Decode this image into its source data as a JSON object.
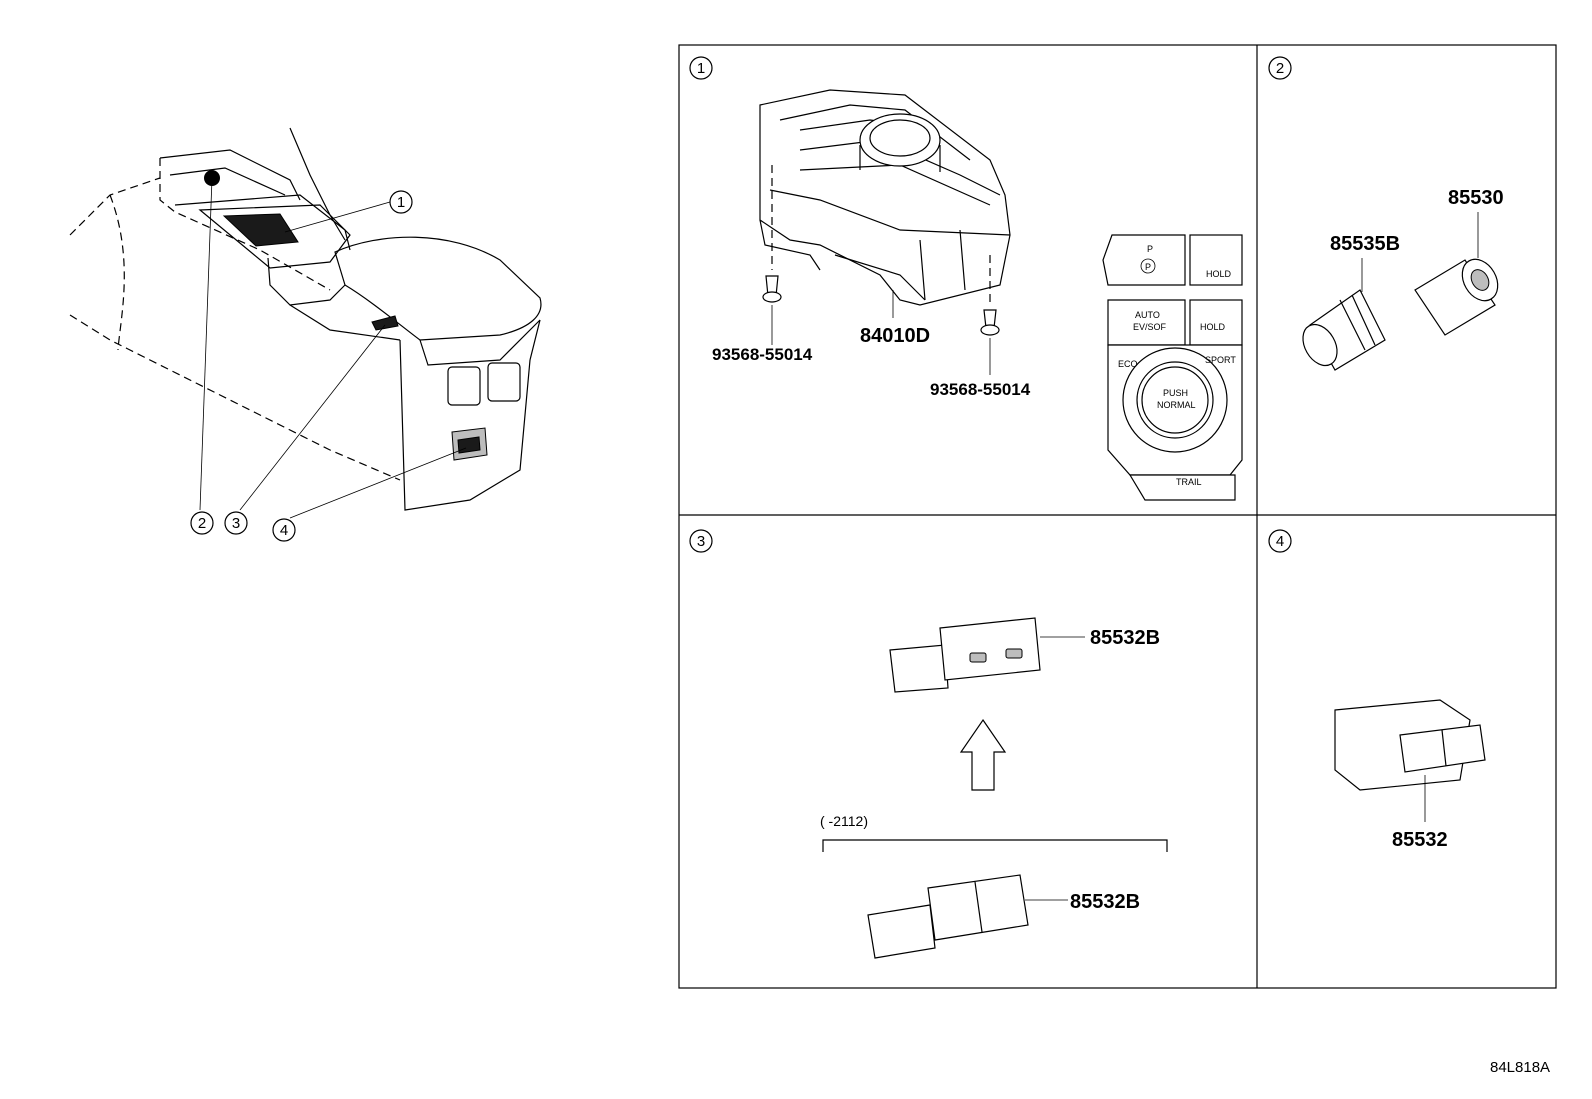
{
  "overview": {
    "callouts": [
      "1",
      "2",
      "3",
      "4"
    ]
  },
  "panels": {
    "p1": {
      "ref": "1",
      "parts": {
        "main": "84010D",
        "screw_left": "93568-55014",
        "screw_right": "93568-55014"
      },
      "switch_labels": {
        "auto": "AUTO",
        "ev": "EV/SOF",
        "push": "PUSH",
        "normal": "NORMAL",
        "eco": "ECO",
        "sport": "SPORT",
        "trail": "TRAIL",
        "hold": "HOLD",
        "p": "P"
      }
    },
    "p2": {
      "ref": "2",
      "parts": {
        "a": "85535B",
        "b": "85530"
      }
    },
    "p3": {
      "ref": "3",
      "parts": {
        "top": "85532B",
        "bottom": "85532B"
      },
      "note": "(      -2112)"
    },
    "p4": {
      "ref": "4",
      "parts": {
        "main": "85532"
      }
    }
  },
  "diagram_code": "84L818A"
}
